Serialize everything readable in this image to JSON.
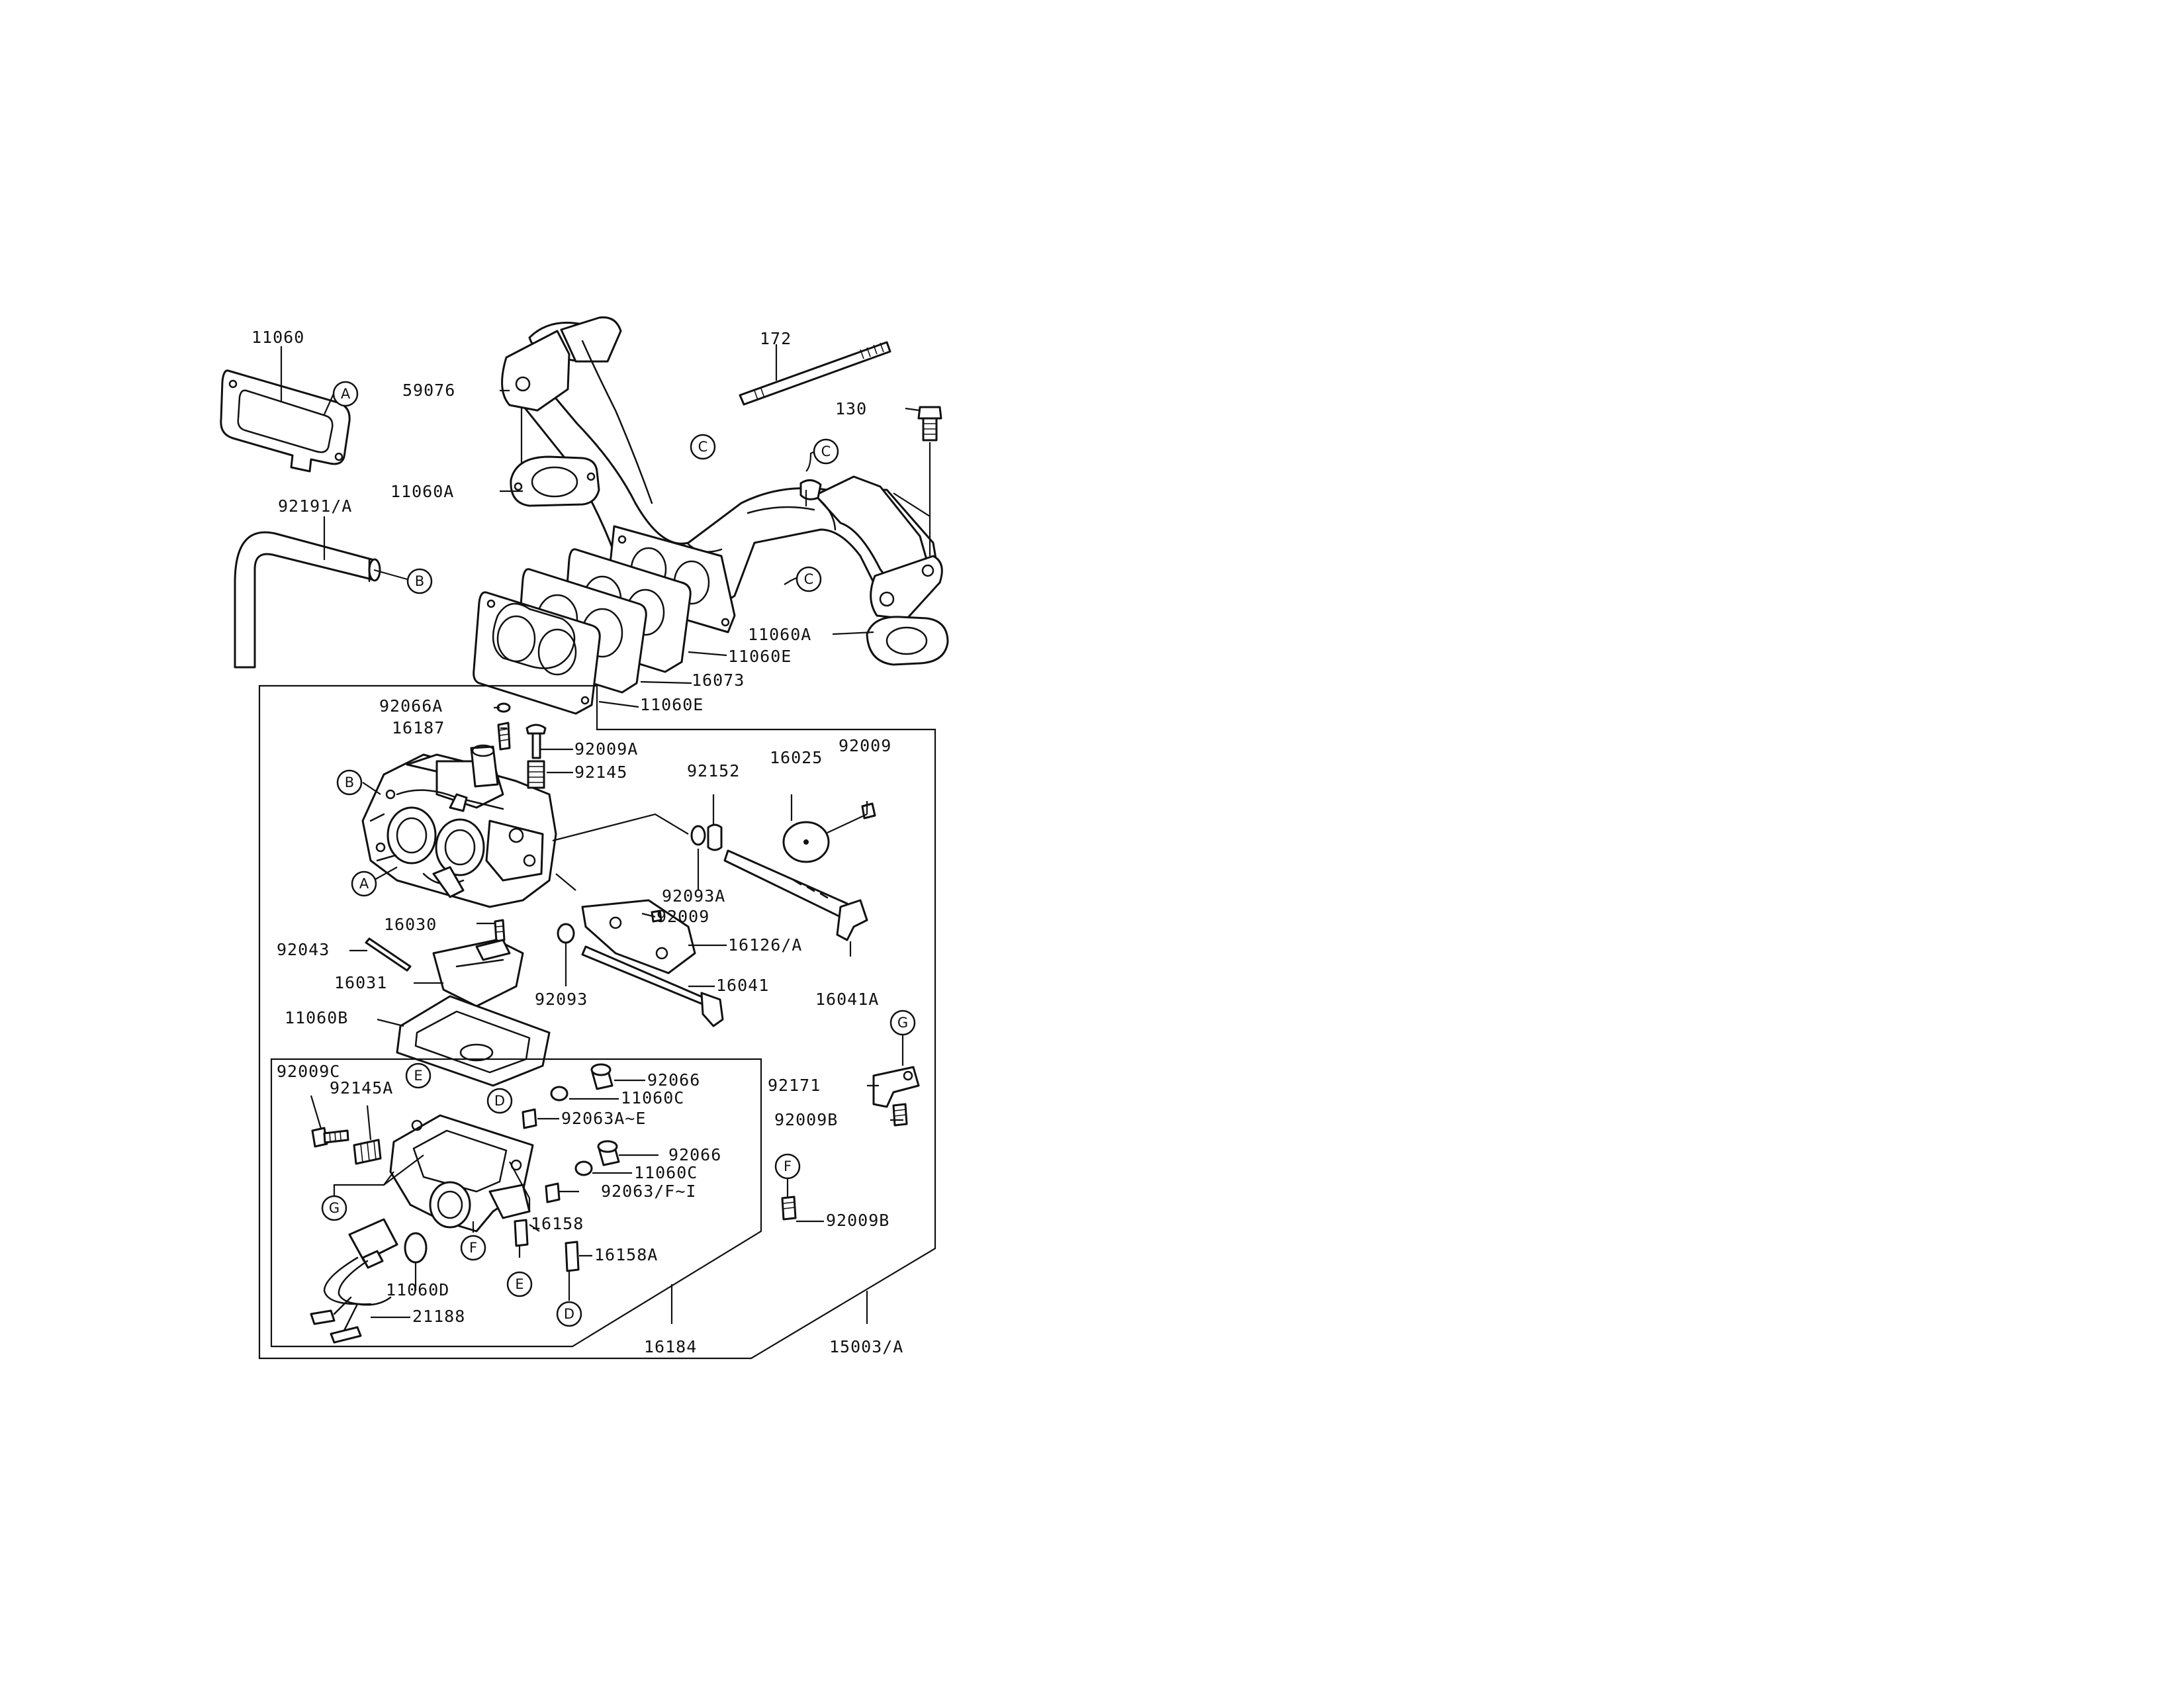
{
  "diagram": {
    "part_numbers": [
      "11060",
      "92191/A",
      "59076",
      "11060A",
      "172",
      "130",
      "11060A",
      "11060E",
      "16073",
      "11060E",
      "92066A",
      "16187",
      "92009A",
      "92145",
      "92152",
      "16025",
      "92009",
      "92093A",
      "92009",
      "16126/A",
      "16030",
      "92043",
      "16031",
      "92093",
      "16041",
      "16041A",
      "11060B",
      "92171",
      "92009B",
      "92009B",
      "92009C",
      "92145A",
      "92066",
      "11060C",
      "92063A~E",
      "92066",
      "11060C",
      "92063/F~I",
      "16158",
      "16158A",
      "11060D",
      "21188",
      "16184",
      "15003/A"
    ],
    "callouts": [
      "A",
      "B",
      "C",
      "C",
      "C",
      "B",
      "A",
      "E",
      "D",
      "G",
      "F",
      "G",
      "E",
      "D",
      "F"
    ]
  }
}
